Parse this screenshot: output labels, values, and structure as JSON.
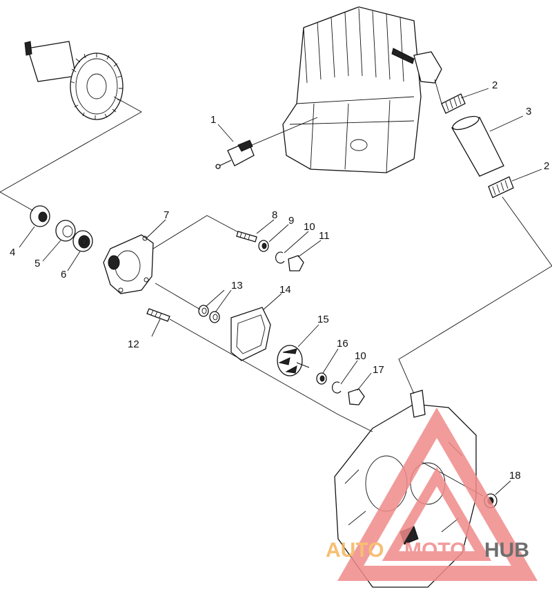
{
  "callouts": {
    "c1": "1",
    "c2a": "2",
    "c2b": "2",
    "c3": "3",
    "c4": "4",
    "c5": "5",
    "c6": "6",
    "c7": "7",
    "c8": "8",
    "c9": "9",
    "c10a": "10",
    "c10b": "10",
    "c11": "11",
    "c12": "12",
    "c13": "13",
    "c14": "14",
    "c15": "15",
    "c16": "16",
    "c17": "17",
    "c18": "18"
  },
  "watermark": {
    "part1": "AUTO",
    "part2": "MOTO",
    "part3": "HUB",
    "color_primary": "#f08a8a",
    "color_secondary": "#f5b45a",
    "color_text_dark": "#555555"
  }
}
